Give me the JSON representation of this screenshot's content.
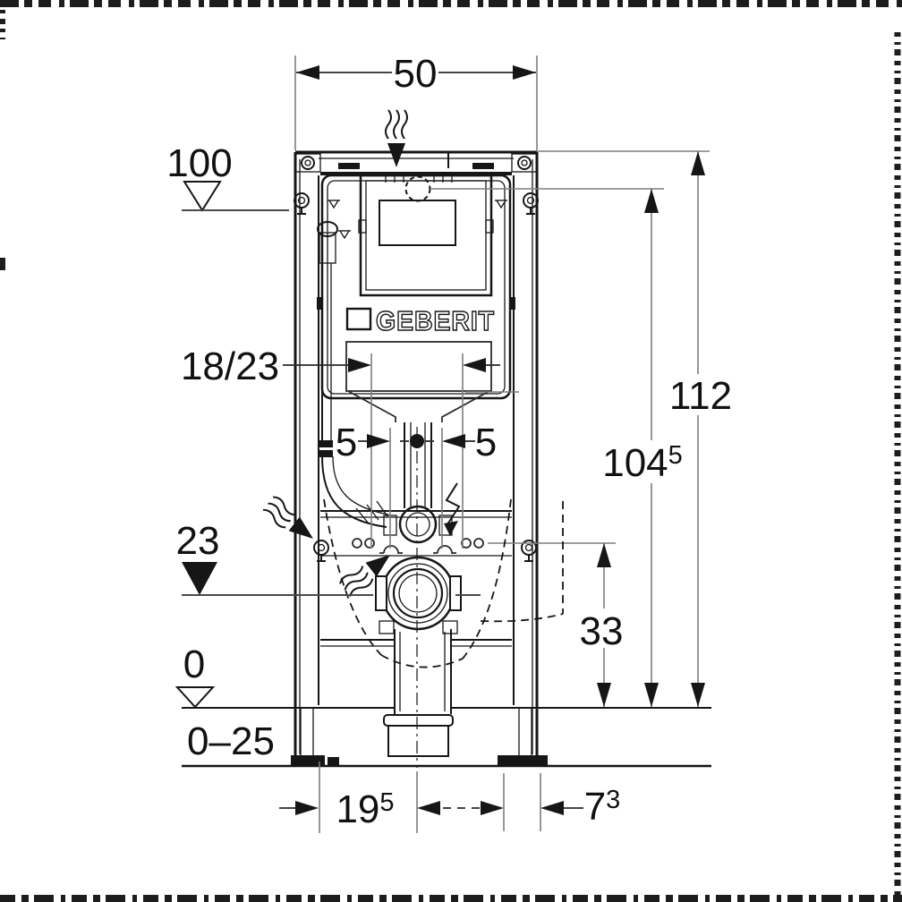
{
  "drawing": {
    "brand_label": "GEBERIT",
    "dim_frame_width": "50",
    "level_100": "100",
    "dim_flush_bend": "18/23",
    "dim_offset_left": "5",
    "dim_offset_right": "5",
    "level_23": "23",
    "level_0": "0",
    "range_floor": "0–25",
    "dim_total_height": "112",
    "dim_actuator_height_base": "104",
    "dim_actuator_height_sup": "5",
    "dim_fixing_height": "33",
    "dim_bottom_left_base": "19",
    "dim_bottom_left_sup": "5",
    "dim_bottom_right_base": "7",
    "dim_bottom_right_sup": "3",
    "colors": {
      "line": "#161616",
      "thin_line": "#7d7d7d",
      "background": "#ffffff"
    }
  }
}
